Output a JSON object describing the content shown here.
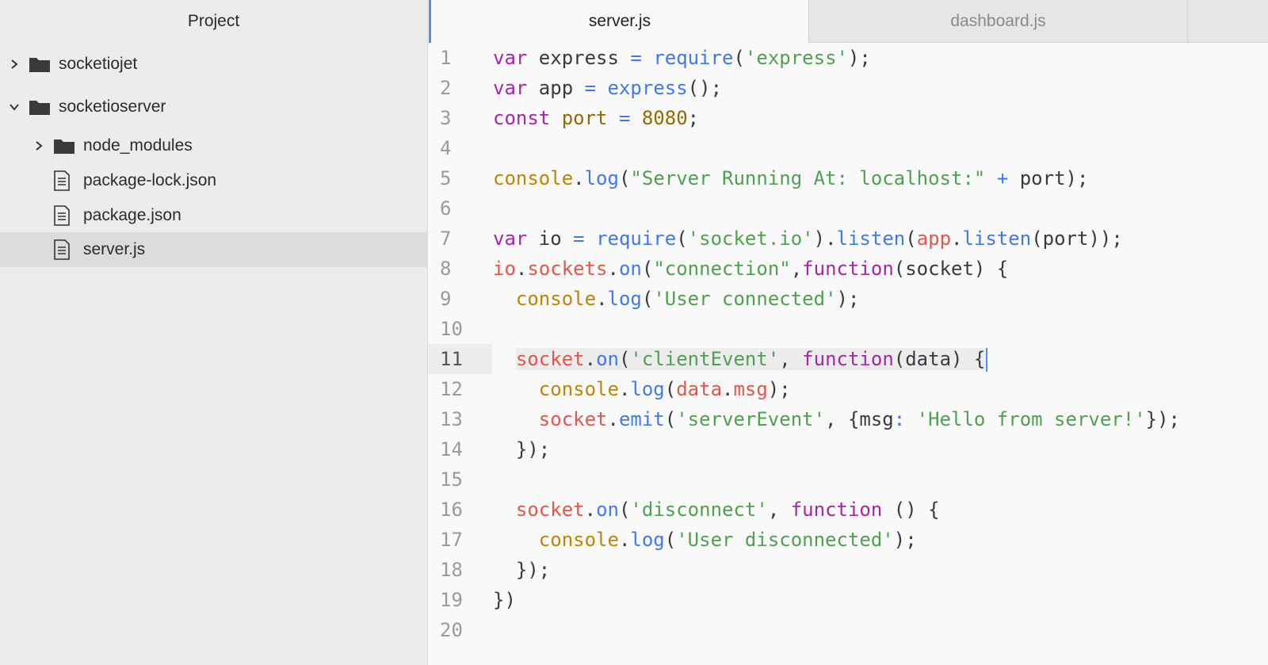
{
  "sidebar": {
    "title": "Project",
    "items": [
      {
        "label": "socketiojet",
        "type": "folder",
        "expanded": false
      },
      {
        "label": "socketioserver",
        "type": "folder",
        "expanded": true
      },
      {
        "label": "node_modules",
        "type": "folder",
        "expanded": false
      },
      {
        "label": "package-lock.json",
        "type": "file"
      },
      {
        "label": "package.json",
        "type": "file"
      },
      {
        "label": "server.js",
        "type": "file",
        "selected": true
      }
    ]
  },
  "tabs": [
    {
      "label": "server.js",
      "active": true
    },
    {
      "label": "dashboard.js",
      "active": false
    }
  ],
  "editor": {
    "current_line": 11,
    "colors": {
      "keyword": "#a626a4",
      "function": "#4078f2",
      "string": "#50a14f",
      "number": "#986801",
      "object": "#c18401",
      "variable": "#e45649",
      "cursor": "#528bff"
    },
    "lines": [
      {
        "num": "1",
        "tokens": [
          [
            "kw",
            "var"
          ],
          [
            "plain",
            " express "
          ],
          [
            "fn",
            "="
          ],
          [
            "plain",
            " "
          ],
          [
            "fn",
            "require"
          ],
          [
            "plain",
            "("
          ],
          [
            "str",
            "'express'"
          ],
          [
            "plain",
            ");"
          ]
        ]
      },
      {
        "num": "2",
        "tokens": [
          [
            "kw",
            "var"
          ],
          [
            "plain",
            " app "
          ],
          [
            "fn",
            "="
          ],
          [
            "plain",
            " "
          ],
          [
            "fn",
            "express"
          ],
          [
            "plain",
            "();"
          ]
        ]
      },
      {
        "num": "3",
        "tokens": [
          [
            "kw",
            "const"
          ],
          [
            "plain",
            " "
          ],
          [
            "num",
            "port"
          ],
          [
            "plain",
            " "
          ],
          [
            "fn",
            "="
          ],
          [
            "plain",
            " "
          ],
          [
            "num",
            "8080"
          ],
          [
            "plain",
            ";"
          ]
        ]
      },
      {
        "num": "4",
        "tokens": []
      },
      {
        "num": "5",
        "tokens": [
          [
            "obj",
            "console"
          ],
          [
            "plain",
            "."
          ],
          [
            "fn",
            "log"
          ],
          [
            "plain",
            "("
          ],
          [
            "str",
            "\"Server Running At: localhost:\""
          ],
          [
            "plain",
            " "
          ],
          [
            "fn",
            "+"
          ],
          [
            "plain",
            " port);"
          ]
        ]
      },
      {
        "num": "6",
        "tokens": []
      },
      {
        "num": "7",
        "tokens": [
          [
            "kw",
            "var"
          ],
          [
            "plain",
            " io "
          ],
          [
            "fn",
            "="
          ],
          [
            "plain",
            " "
          ],
          [
            "fn",
            "require"
          ],
          [
            "plain",
            "("
          ],
          [
            "str",
            "'socket.io'"
          ],
          [
            "plain",
            ")."
          ],
          [
            "fn",
            "listen"
          ],
          [
            "plain",
            "("
          ],
          [
            "var",
            "app"
          ],
          [
            "plain",
            "."
          ],
          [
            "fn",
            "listen"
          ],
          [
            "plain",
            "(port));"
          ]
        ]
      },
      {
        "num": "8",
        "tokens": [
          [
            "var",
            "io"
          ],
          [
            "plain",
            "."
          ],
          [
            "var",
            "sockets"
          ],
          [
            "plain",
            "."
          ],
          [
            "fn",
            "on"
          ],
          [
            "plain",
            "("
          ],
          [
            "str",
            "\"connection\""
          ],
          [
            "plain",
            ","
          ],
          [
            "kw",
            "function"
          ],
          [
            "plain",
            "(socket) {"
          ]
        ]
      },
      {
        "num": "9",
        "tokens": [
          [
            "plain",
            "  "
          ],
          [
            "obj",
            "console"
          ],
          [
            "plain",
            "."
          ],
          [
            "fn",
            "log"
          ],
          [
            "plain",
            "("
          ],
          [
            "str",
            "'User connected'"
          ],
          [
            "plain",
            ");"
          ]
        ]
      },
      {
        "num": "10",
        "tokens": []
      },
      {
        "num": "11",
        "tokens": [
          [
            "plain",
            "  "
          ],
          [
            "var",
            "socket"
          ],
          [
            "plain",
            "."
          ],
          [
            "fn",
            "on"
          ],
          [
            "plain",
            "("
          ],
          [
            "str",
            "'clientEvent'"
          ],
          [
            "plain",
            ", "
          ],
          [
            "kw",
            "function"
          ],
          [
            "plain",
            "(data) {"
          ]
        ]
      },
      {
        "num": "12",
        "tokens": [
          [
            "plain",
            "    "
          ],
          [
            "obj",
            "console"
          ],
          [
            "plain",
            "."
          ],
          [
            "fn",
            "log"
          ],
          [
            "plain",
            "("
          ],
          [
            "var",
            "data"
          ],
          [
            "plain",
            "."
          ],
          [
            "var",
            "msg"
          ],
          [
            "plain",
            ");"
          ]
        ]
      },
      {
        "num": "13",
        "tokens": [
          [
            "plain",
            "    "
          ],
          [
            "var",
            "socket"
          ],
          [
            "plain",
            "."
          ],
          [
            "fn",
            "emit"
          ],
          [
            "plain",
            "("
          ],
          [
            "str",
            "'serverEvent'"
          ],
          [
            "plain",
            ", {msg"
          ],
          [
            "fn",
            ":"
          ],
          [
            "plain",
            " "
          ],
          [
            "str",
            "'Hello from server!'"
          ],
          [
            "plain",
            "});"
          ]
        ]
      },
      {
        "num": "14",
        "tokens": [
          [
            "plain",
            "  });"
          ]
        ]
      },
      {
        "num": "15",
        "tokens": []
      },
      {
        "num": "16",
        "tokens": [
          [
            "plain",
            "  "
          ],
          [
            "var",
            "socket"
          ],
          [
            "plain",
            "."
          ],
          [
            "fn",
            "on"
          ],
          [
            "plain",
            "("
          ],
          [
            "str",
            "'disconnect'"
          ],
          [
            "plain",
            ", "
          ],
          [
            "kw",
            "function"
          ],
          [
            "plain",
            " () {"
          ]
        ]
      },
      {
        "num": "17",
        "tokens": [
          [
            "plain",
            "    "
          ],
          [
            "obj",
            "console"
          ],
          [
            "plain",
            "."
          ],
          [
            "fn",
            "log"
          ],
          [
            "plain",
            "("
          ],
          [
            "str",
            "'User disconnected'"
          ],
          [
            "plain",
            ");"
          ]
        ]
      },
      {
        "num": "18",
        "tokens": [
          [
            "plain",
            "  });"
          ]
        ]
      },
      {
        "num": "19",
        "tokens": [
          [
            "plain",
            "})"
          ]
        ]
      },
      {
        "num": "20",
        "tokens": []
      }
    ]
  }
}
